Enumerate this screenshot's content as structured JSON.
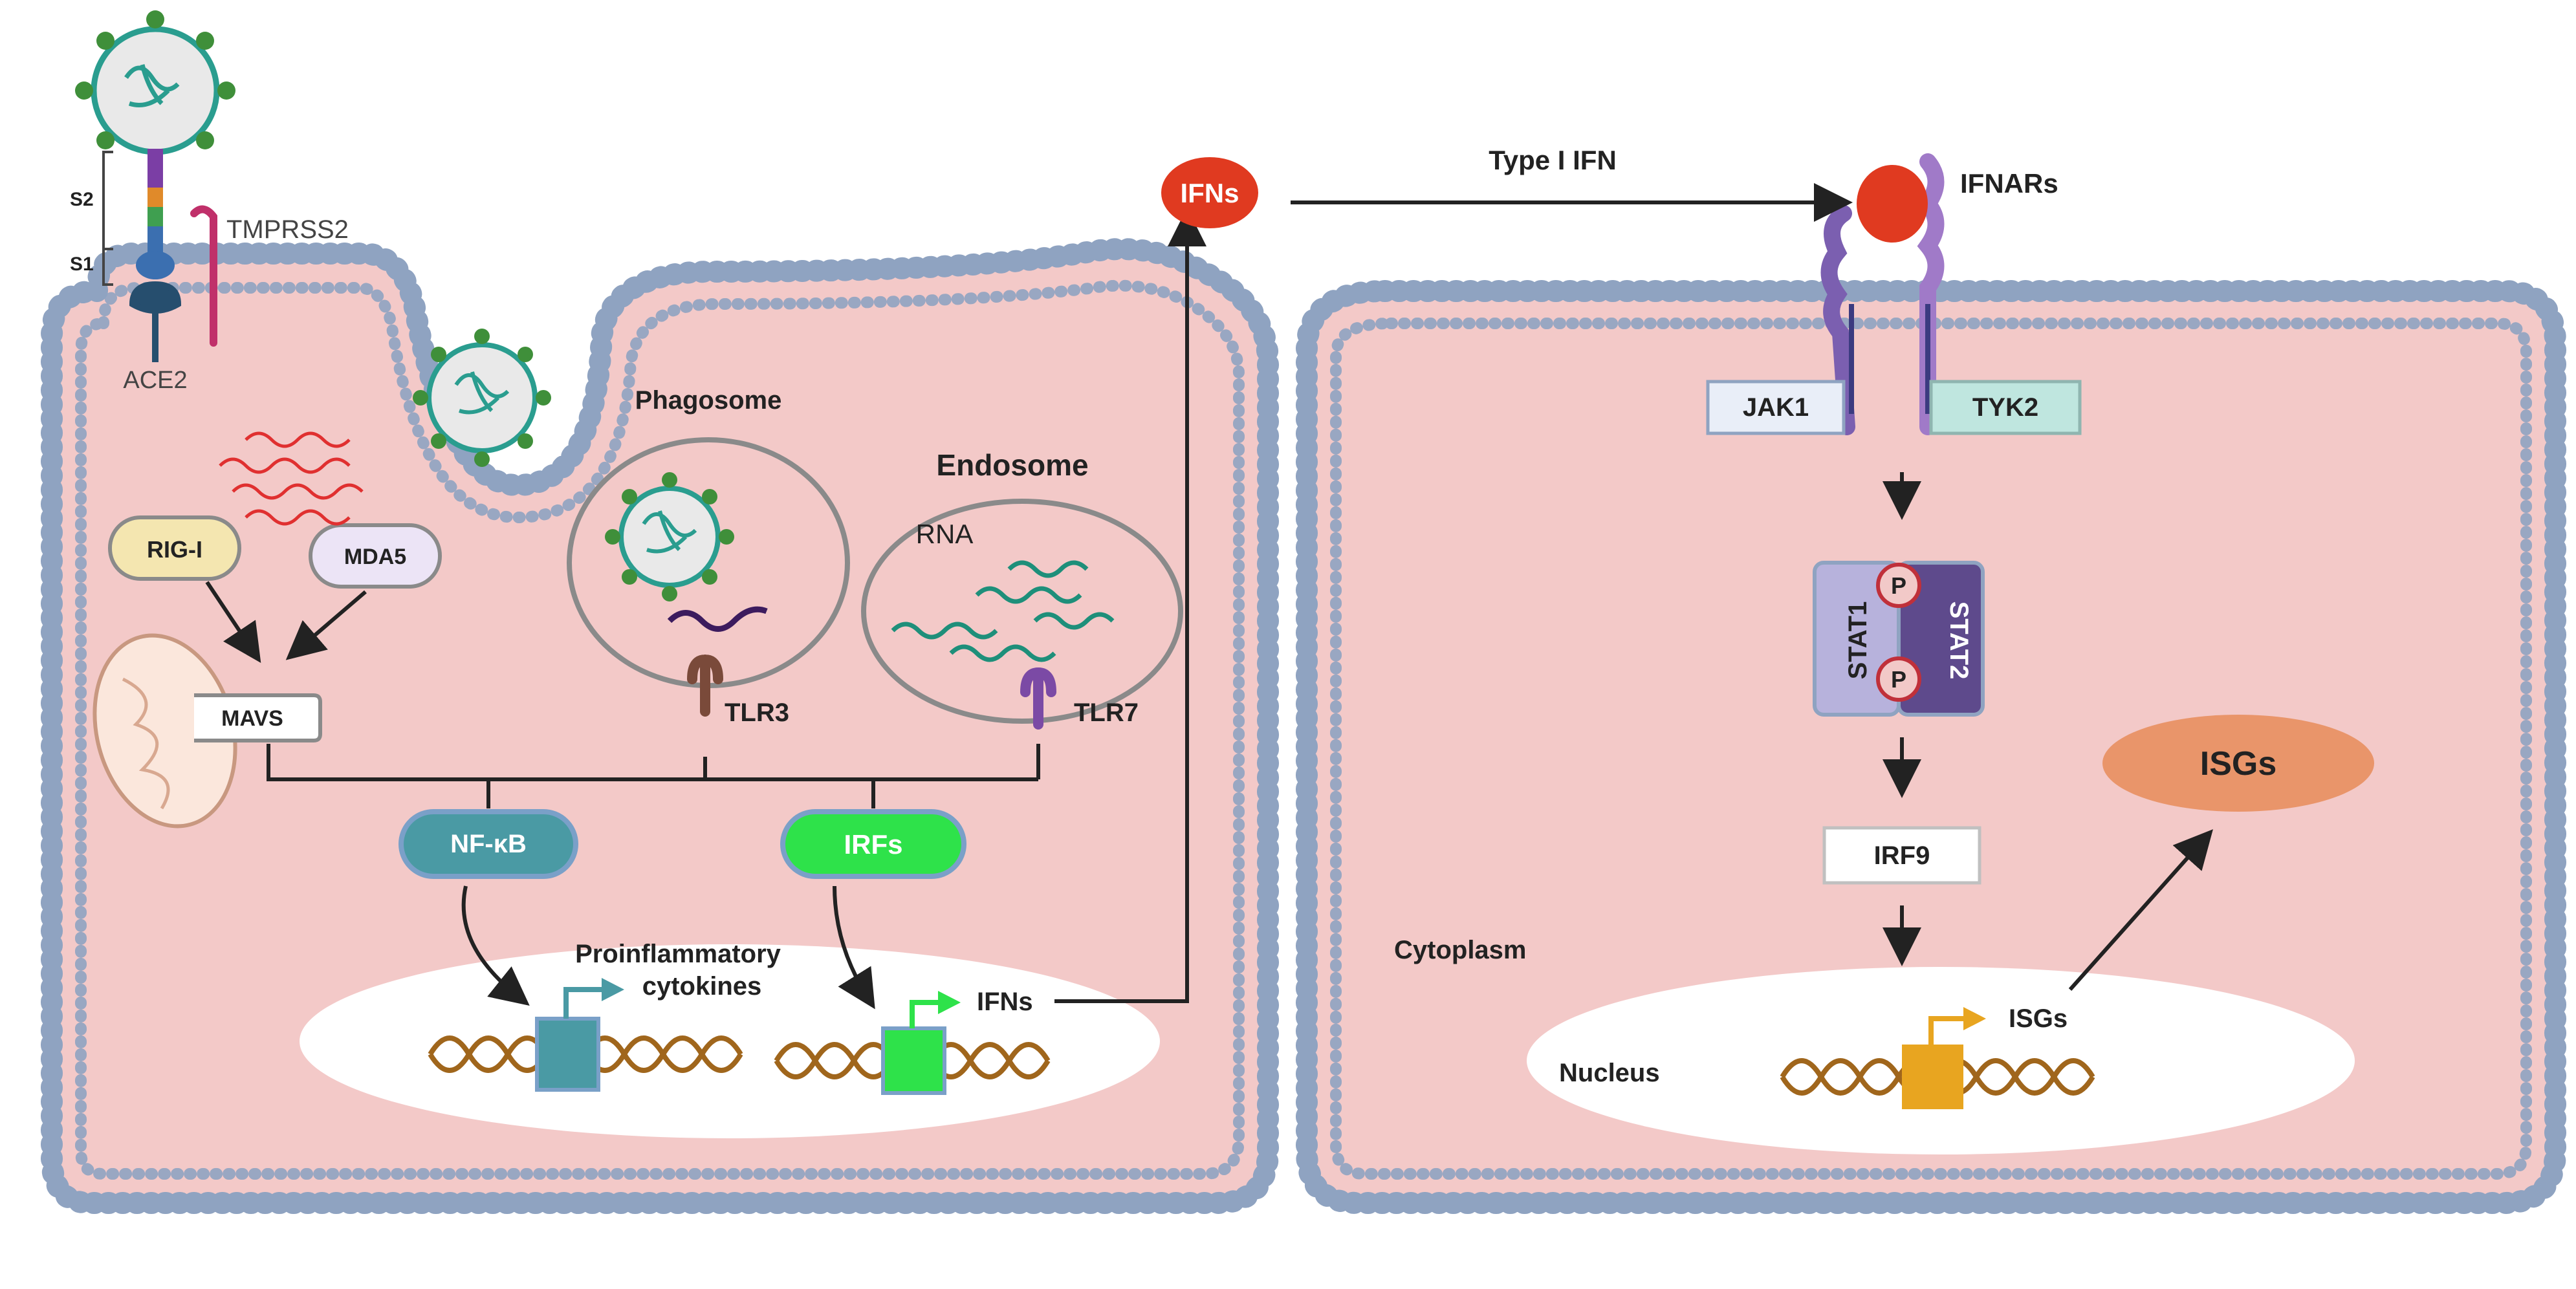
{
  "labels": {
    "s2": "S2",
    "s1": "S1",
    "tmprss2": "TMPRSS2",
    "ace2": "ACE2",
    "phagosome": "Phagosome",
    "endosome": "Endosome",
    "rna": "RNA",
    "rig_i": "RIG-I",
    "mda5": "MDA5",
    "mavs": "MAVS",
    "tlr3": "TLR3",
    "tlr7": "TLR7",
    "nf_kb": "NF-κB",
    "irfs": "IRFs",
    "proinflammatory_line1": "Proinflammatory",
    "proinflammatory_line2": "cytokines",
    "ifns_gene": "IFNs",
    "ifns_secreted": "IFNs",
    "type_i_ifn": "Type I IFN",
    "ifnars": "IFNARs",
    "jak1": "JAK1",
    "tyk2": "TYK2",
    "stat1": "STAT1",
    "stat2": "STAT2",
    "p_top": "P",
    "p_bottom": "P",
    "irf9": "IRF9",
    "isgs_cyto": "ISGs",
    "isgs_gene": "ISGs",
    "cytoplasm": "Cytoplasm",
    "nucleus": "Nucleus"
  },
  "colors": {
    "cytoplasm_fill": "#f2c9c8",
    "membrane_head": "#8fa3c1",
    "membrane_tail": "#c9d6e8",
    "nucleus_fill": "#ffffff",
    "ifn_red": "#e03a20",
    "nfkb_teal": "#4a9aa4",
    "irfs_green": "#2ee24a",
    "isgs_orange": "#e9956a",
    "gene_orange": "#e8a520",
    "dna_brown": "#a0661c",
    "rig_i_fill": "#f4e6b0",
    "mda5_fill": "#ece4f6",
    "stat1_fill": "#b7b2dc",
    "stat2_fill": "#5e4a8c",
    "jak1_fill": "#e9eef8",
    "tyk2_fill": "#bfe6df",
    "virus_teal": "#2a9d8f",
    "virus_spike": "#3f8f3a",
    "rna_red": "#e03030",
    "rna_teal": "#1e8f7a",
    "rna_purple": "#3c1b5e"
  }
}
